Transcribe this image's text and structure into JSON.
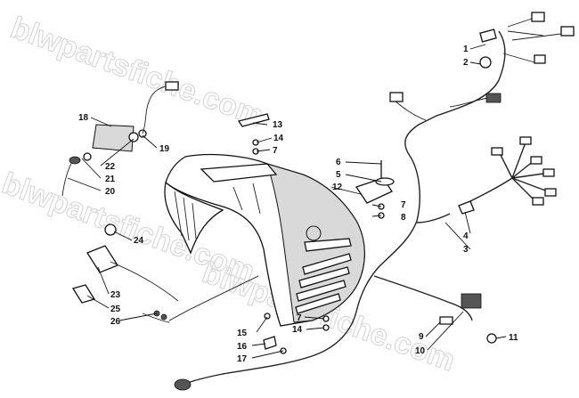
{
  "watermark": {
    "text_1": "blwpartsfiche.com",
    "text_2": "blwpartsfiche.com",
    "text_3": "blwpartsfiche.com"
  },
  "callouts": {
    "c1": "1",
    "c2": "2",
    "c3": "3",
    "c4": "4",
    "c5": "5",
    "c6": "6",
    "c7a": "7",
    "c7b": "7",
    "c7c": "7",
    "c8": "8",
    "c9": "9",
    "c10": "10",
    "c11": "11",
    "c12": "12",
    "c13": "13",
    "c14a": "14",
    "c14b": "14",
    "c15": "15",
    "c16": "16",
    "c17": "17",
    "c18": "18",
    "c19": "19",
    "c20": "20",
    "c21": "21",
    "c22": "22",
    "c23": "23",
    "c24": "24",
    "c25": "25",
    "c26": "26"
  }
}
